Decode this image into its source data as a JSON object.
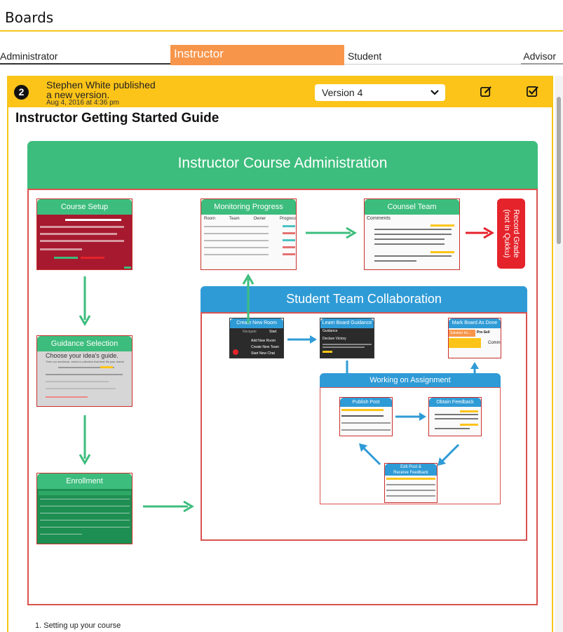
{
  "app": {
    "title": "Boards"
  },
  "tabs": [
    {
      "label": "Administrator"
    },
    {
      "label": "Instructor"
    },
    {
      "label": "Student"
    },
    {
      "label": "Advisor"
    }
  ],
  "card": {
    "badge": "2",
    "publisher_line1": "Stephen White published",
    "publisher_line2": "a new version.",
    "date": "Aug 4, 2016 at 4:36 pm",
    "version_selected": "Version 4",
    "title": "Instructor Getting Started Guide"
  },
  "diagram": {
    "header": "Instructor Course Administration",
    "course_setup": "Course Setup",
    "guidance_selection": "Guidance Selection",
    "enrollment": "Enrollment",
    "monitoring_progress": "Monitoring Progress",
    "counsel_team": "Counsel Team",
    "record_grade": "Record Grade",
    "record_grade_note": "(not in Qukku)",
    "collaboration": {
      "header": "Student Team Collaboration",
      "create_new_room": "Create New Room",
      "learn_board_guidance": "Learn Board Guidance",
      "mark_board_done": "Mark Board As Done",
      "working_on_assignment": "Working on Assignment",
      "publish_post": "Publish Post",
      "obtain_feedback": "Obtain Feedback",
      "edit_post_line1": "Edit Post &",
      "edit_post_line2": "Receive Feedback"
    },
    "thumb_text": {
      "guidance_title": "Choose your idea's guide.",
      "guidance_sub": "Then our workbook, select a collection that best fits your needs.",
      "counsel_comments": "Comments",
      "monitor_cols": [
        "Room",
        "Team",
        "Owner",
        "Progress"
      ],
      "room_menu": [
        "Add New Room",
        "Create New Team",
        "Start New Chat"
      ],
      "room_nav": "Navigate",
      "room_start": "Start",
      "guidance_tab": "Guidance",
      "declare_victory": "Declare Victory",
      "solution_tab": "Solution Ini...",
      "pre_sell": "Pre-Sell",
      "comments_short": "Comm"
    }
  },
  "steps": {
    "item1": "1. Setting up your course"
  },
  "colors": {
    "accent_yellow": "#fcc419",
    "instructor_orange": "#f7954a",
    "green": "#3dbd7d",
    "blue": "#2f9bd6",
    "red": "#e5232b"
  }
}
